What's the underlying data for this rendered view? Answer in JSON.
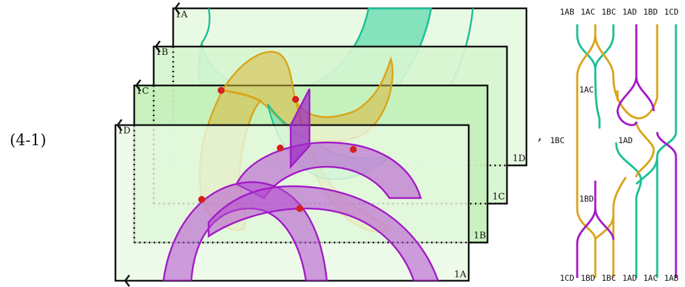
{
  "equation_number": "(4-1)",
  "separator": ",",
  "sheets": {
    "A": {
      "top_label": "1A",
      "bottom_label": "1A"
    },
    "B": {
      "top_label": "1B",
      "bottom_label": "1B"
    },
    "C": {
      "top_label": "1C",
      "bottom_label": "1C"
    },
    "D": {
      "top_label": "1D",
      "bottom_label": "1D"
    }
  },
  "string_diagram": {
    "top_labels": [
      "1AB",
      "1AC",
      "1BC",
      "1AD",
      "1BD",
      "1CD"
    ],
    "bottom_labels": [
      "1CD",
      "1BD",
      "1BC",
      "1AD",
      "1AC",
      "1AB"
    ],
    "middle_labels": {
      "left_top": "1AC",
      "left_middle": "1BC",
      "center": "1AD",
      "left_bottom": "1BD"
    }
  },
  "colors": {
    "sheet_light": "#e9fae4",
    "sheet_mid": "#d6f5cf",
    "sheet_dark": "#bfeeb4",
    "teal": "#1bbf95",
    "gold": "#d9a41a",
    "purple": "#a31bc6",
    "red": "#d6201f"
  }
}
